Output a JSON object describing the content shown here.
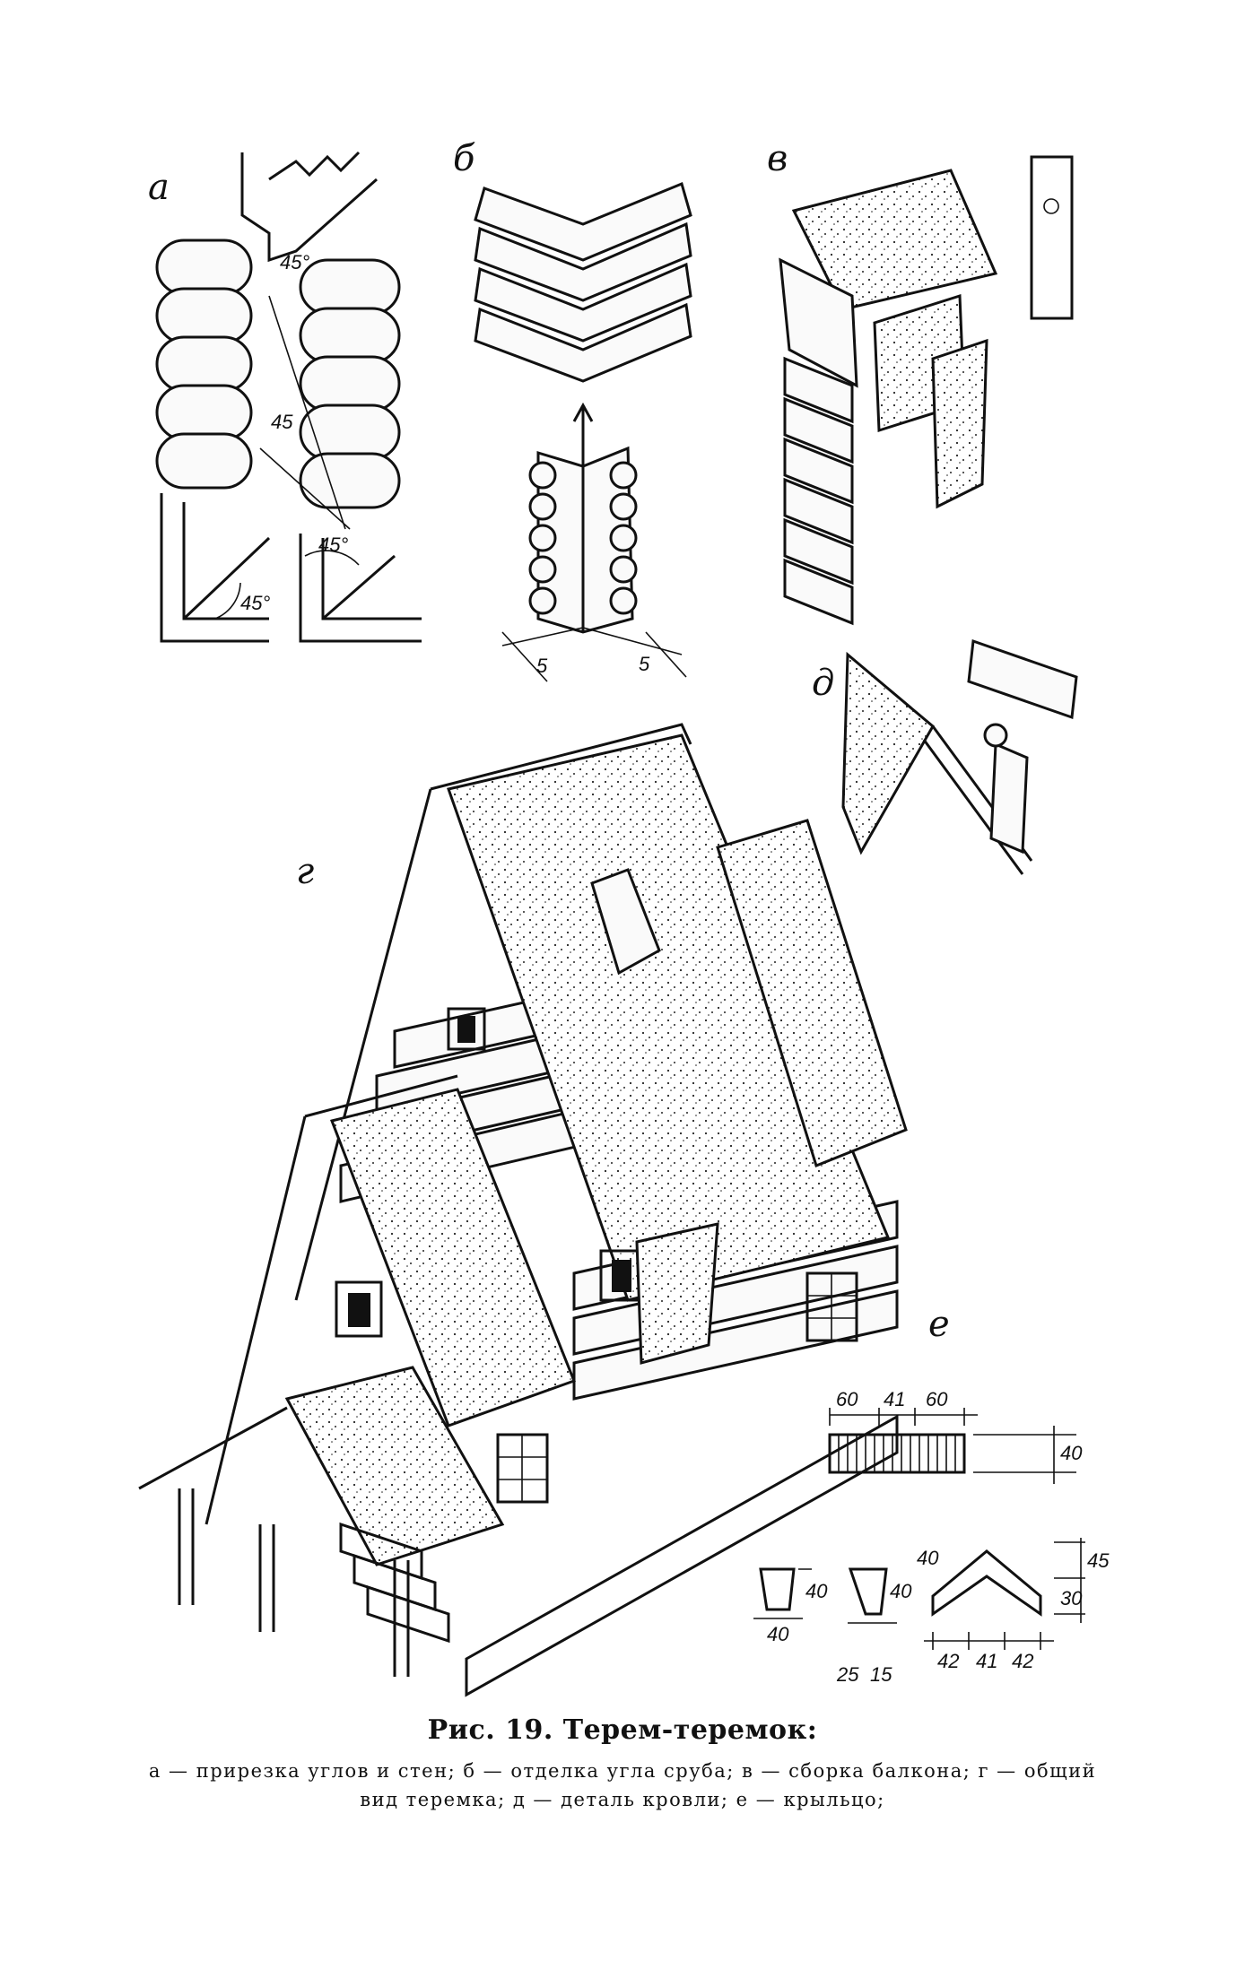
{
  "figure": {
    "panel_labels": [
      "а",
      "б",
      "в",
      "г",
      "д",
      "е"
    ],
    "dimensions": {
      "angle_45": "45°",
      "angle_45_plain": "45",
      "corner_a": "5",
      "corner_b": "5",
      "e_top": [
        "60",
        "41",
        "60"
      ],
      "e_height": "40",
      "e_small_h": "40",
      "e_small_w": "40",
      "e_wedge_h": "40",
      "e_wedge_w1": "25",
      "e_wedge_w2": "15",
      "e_arch_h1": "40",
      "e_arch_h2": "45",
      "e_arch_h3": "30",
      "e_arch_w": [
        "42",
        "41",
        "42"
      ]
    }
  },
  "caption": {
    "title": "Рис. 19. Терем-теремок:",
    "legend_line1": "а — прирезка углов и стен; б — отделка угла сруба; в — сборка балкона; г — общий",
    "legend_line2": "вид теремка; д — деталь кровли; е — крыльцо;"
  }
}
